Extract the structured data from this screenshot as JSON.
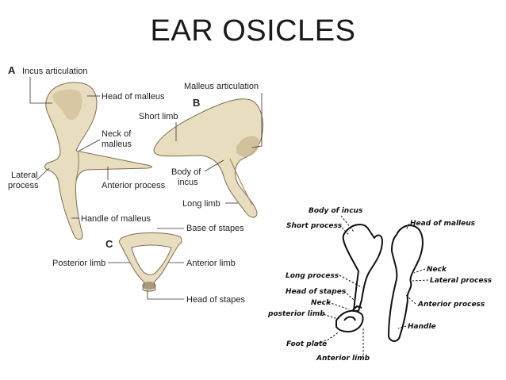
{
  "title": "EAR OSICLES",
  "figure_a": {
    "letter": "A",
    "labels": {
      "incus_articulation": "Incus articulation",
      "head_of_malleus": "Head of malleus",
      "neck_of_malleus_1": "Neck of",
      "neck_of_malleus_2": "malleus",
      "lateral_process_1": "Lateral",
      "lateral_process_2": "process",
      "anterior_process": "Anterior process",
      "handle_of_malleus": "Handle of malleus"
    }
  },
  "figure_b": {
    "letter": "B",
    "labels": {
      "malleus_articulation": "Malleus articulation",
      "short_limb": "Short limb",
      "body_of_incus_1": "Body of",
      "body_of_incus_2": "incus",
      "long_limb": "Long limb"
    }
  },
  "figure_c": {
    "letter": "C",
    "labels": {
      "base_of_stapes": "Base of stapes",
      "posterior_limb": "Posterior limb",
      "anterior_limb": "Anterior limb",
      "head_of_stapes": "Head of stapes"
    }
  },
  "sketch": {
    "labels": {
      "body_of_incus": "Body of incus",
      "short_process": "Short process",
      "head_of_malleus": "Head of malleus",
      "neck": "Neck",
      "lateral_process": "Lateral process",
      "long_process": "Long process",
      "head_of_stapes": "Head of stapes",
      "neck_stapes": "Neck",
      "anterior_process": "Anterior process",
      "posterior_limb": "posterior limb",
      "handle": "Handle",
      "foot_plate": "Foot plate",
      "anterior_limb": "Anterior limb"
    }
  }
}
